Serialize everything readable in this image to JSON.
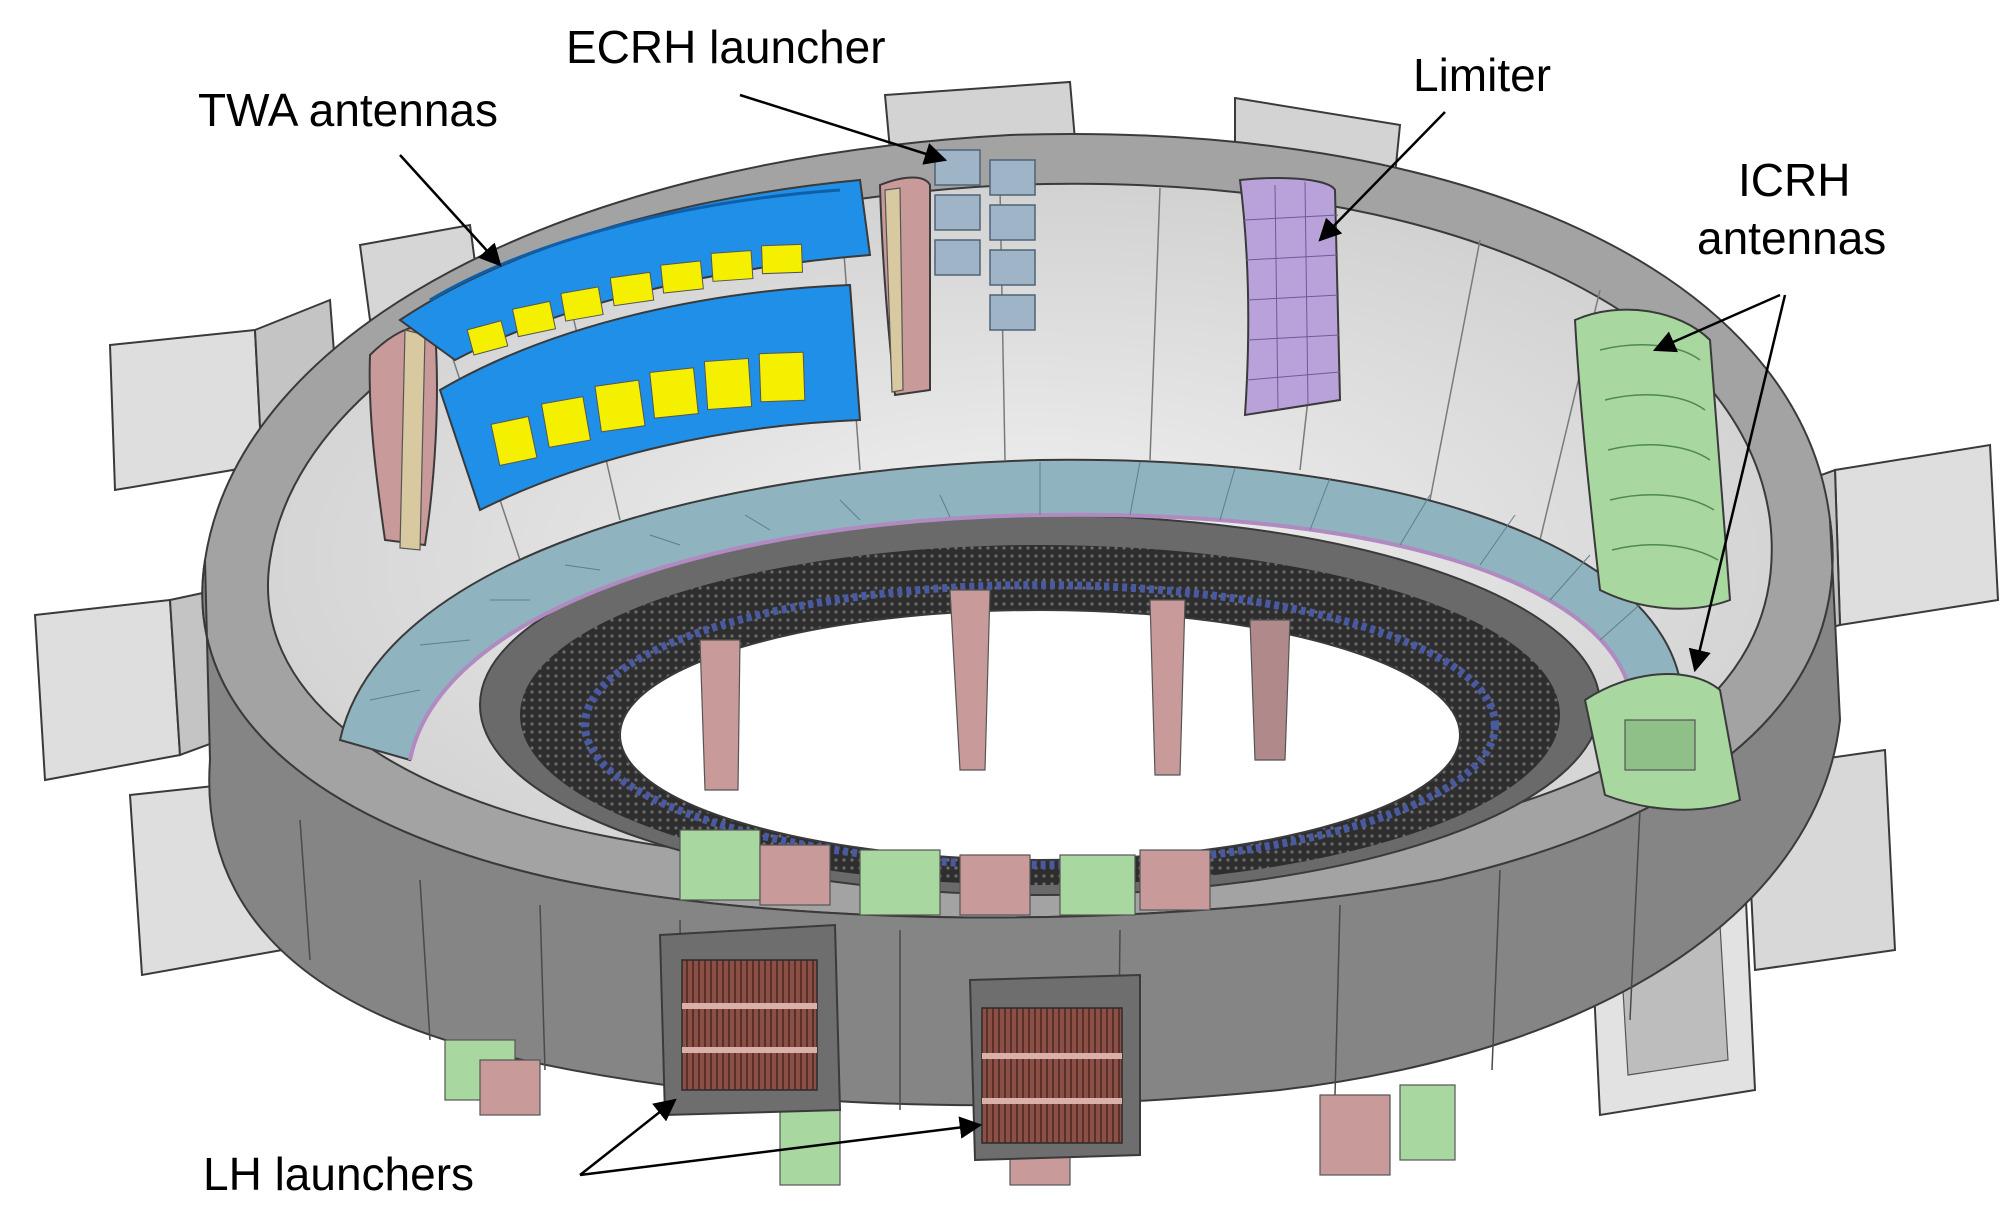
{
  "labels": {
    "twa": "TWA antennas",
    "ecrh": "ECRH launcher",
    "limiter": "Limiter",
    "icrh_line1": "ICRH",
    "icrh_line2": "antennas",
    "lh": "LH launchers"
  },
  "colors": {
    "background": "#ffffff",
    "vessel_outer": "#8c8c8c",
    "vessel_inner": "#d9d9d9",
    "port_box": "#c9c9c9",
    "twa_blue": "#1f8fe8",
    "twa_yellow": "#f4f000",
    "limiter_purple": "#b9a2d9",
    "icrh_green": "#a8d8a0",
    "ecrh_steel": "#9fb4c7",
    "bumper_pink": "#c99a9a",
    "blanket_teal": "#8fb3bf",
    "lh_copper": "#8a4f45",
    "arrow": "#000000"
  }
}
